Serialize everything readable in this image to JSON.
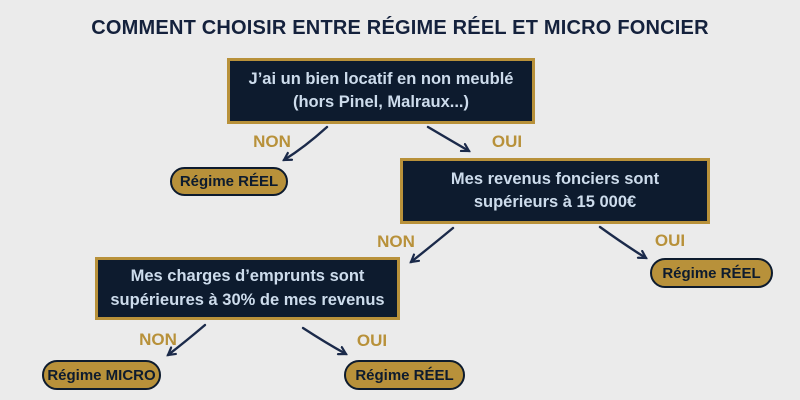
{
  "title": "COMMENT CHOISIR ENTRE RÉGIME RÉEL ET MICRO FONCIER",
  "colors": {
    "background": "#ebebeb",
    "box_fill": "#0d1b2e",
    "gold": "#b8913a",
    "box_text": "#cddcec",
    "title_text": "#14213c",
    "arrow": "#1b2a4a"
  },
  "flowchart": {
    "questions": [
      {
        "line1": "J’ai un bien locatif en non meublé",
        "line2": "(hors Pinel, Malraux...)"
      },
      {
        "line1": "Mes revenus fonciers sont",
        "line2": "supérieurs à 15 000€"
      },
      {
        "line1": "Mes charges d’emprunts sont",
        "line2": "supérieures à 30% de mes revenus"
      }
    ],
    "branch_labels": {
      "no": "NON",
      "yes": "OUI"
    },
    "results": [
      {
        "label": "Régime RÉEL"
      },
      {
        "label": "Régime RÉEL"
      },
      {
        "label": "Régime MICRO"
      },
      {
        "label": "Régime RÉEL"
      }
    ]
  }
}
